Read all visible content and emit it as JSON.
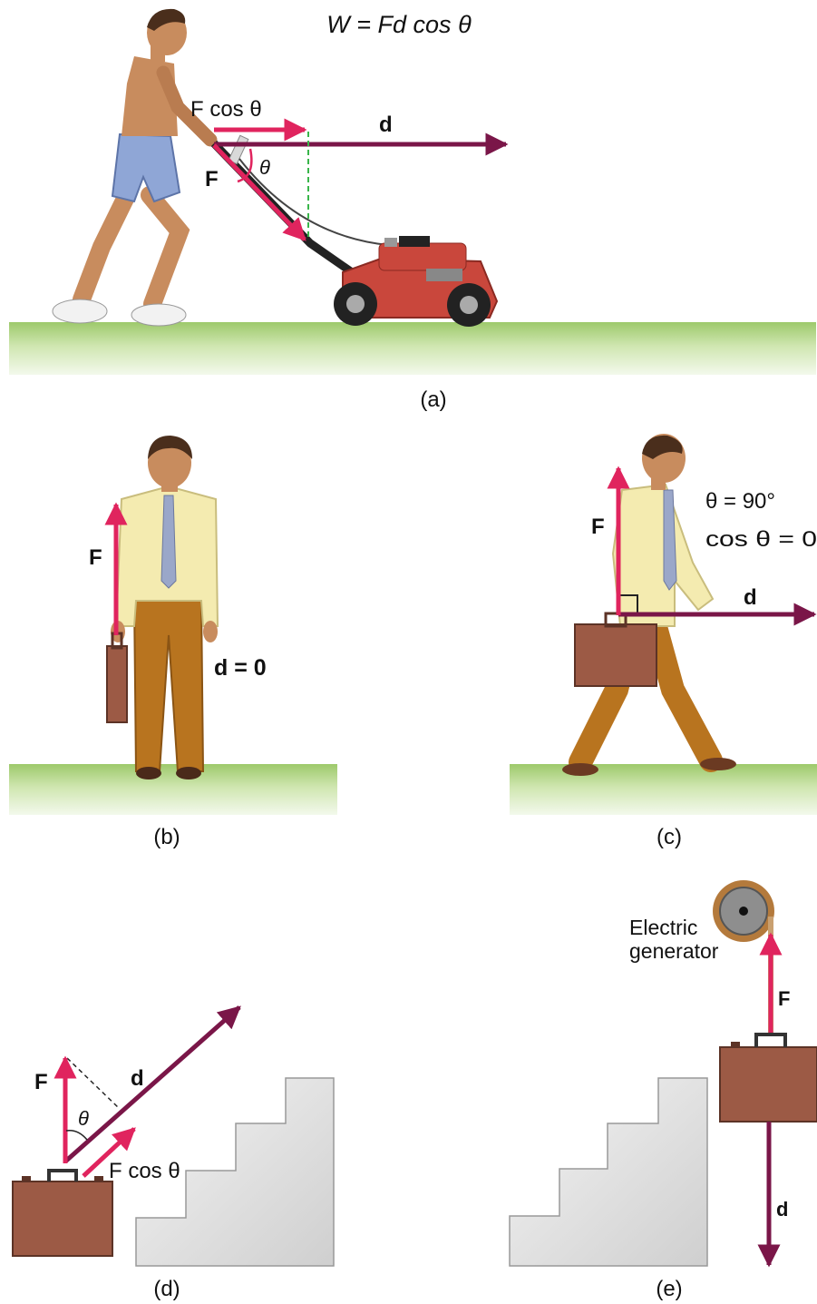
{
  "panel_a": {
    "equation": "W = Fd cos θ",
    "force_component_label": "F cos θ",
    "displacement_label": "d",
    "force_label": "F",
    "angle_label": "θ",
    "caption": "(a)"
  },
  "panel_b": {
    "force_label": "F",
    "displacement_eq": "d = 0",
    "caption": "(b)"
  },
  "panel_c": {
    "force_label": "F",
    "angle_eq": "θ = 90°",
    "cos_eq": "cos θ = 0",
    "displacement_label": "d",
    "caption": "(c)"
  },
  "panel_d": {
    "force_label": "F",
    "displacement_label": "d",
    "angle_label": "θ",
    "force_component_label": "F cos θ",
    "caption": "(d)"
  },
  "panel_e": {
    "generator_label_line1": "Electric",
    "generator_label_line2": "generator",
    "force_label": "F",
    "displacement_label": "d",
    "caption": "(e)"
  },
  "colors": {
    "force_arrow": "#e0245e",
    "displacement_arrow": "#7a1648",
    "ground": "#9dc96b",
    "briefcase": "#9c5a45",
    "mower": "#c9473c"
  }
}
